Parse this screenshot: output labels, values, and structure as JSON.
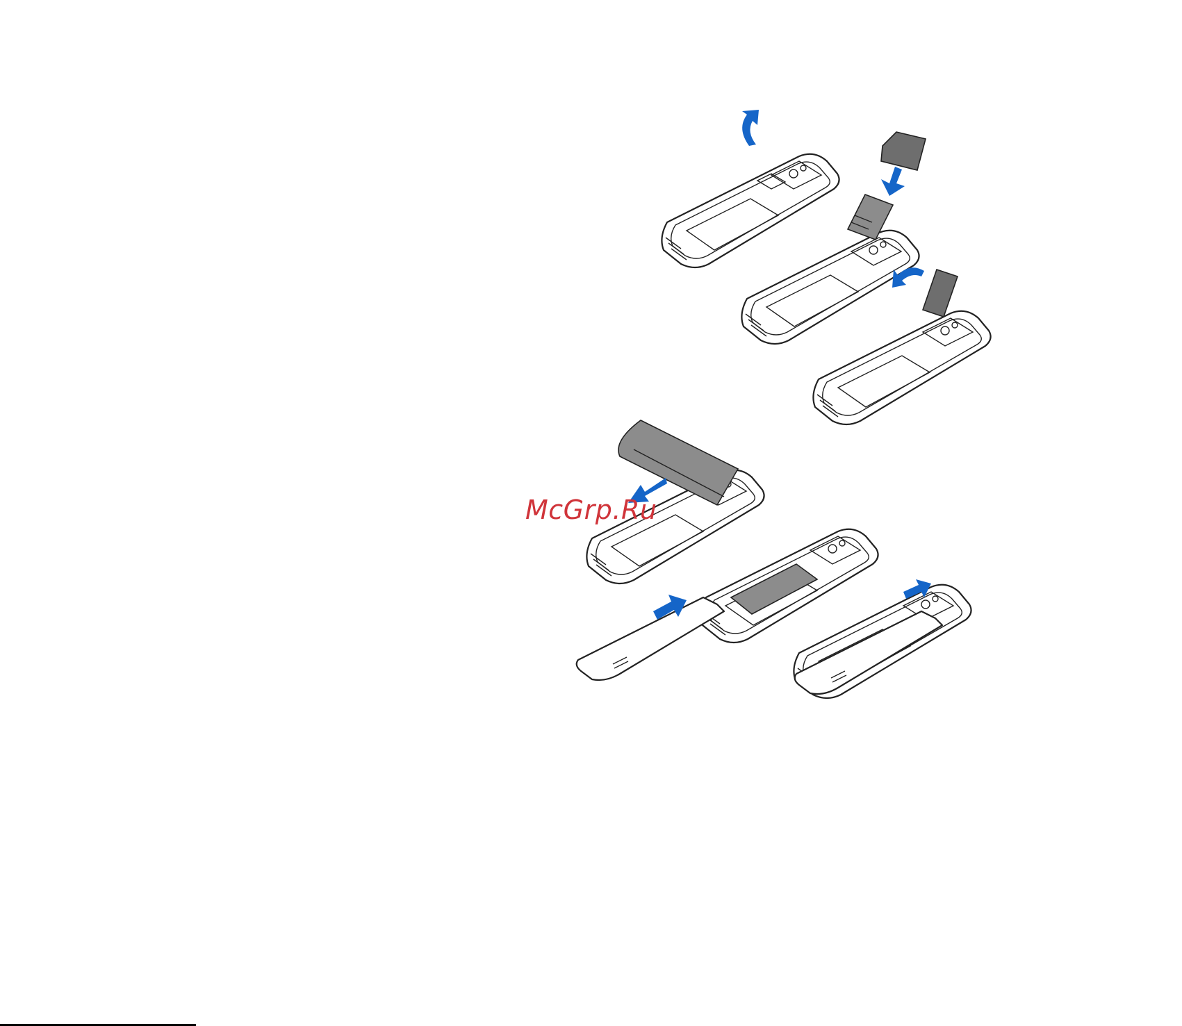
{
  "watermark": {
    "text": "McGrp.Ru"
  },
  "accent_color": "#1565c8",
  "steps": [
    {
      "name": "remove-back-cover",
      "icon": "curved-arrow-up-icon"
    },
    {
      "name": "insert-sim-card",
      "icon": "arrow-down-icon"
    },
    {
      "name": "close-sim-holder",
      "icon": "curved-arrow-left-icon"
    },
    {
      "name": "insert-battery",
      "icon": "arrow-down-left-icon"
    },
    {
      "name": "battery-inserted"
    },
    {
      "name": "slide-cover",
      "icon": "arrow-up-right-icon"
    },
    {
      "name": "cover-attached",
      "icon": "arrow-up-right-icon"
    }
  ]
}
